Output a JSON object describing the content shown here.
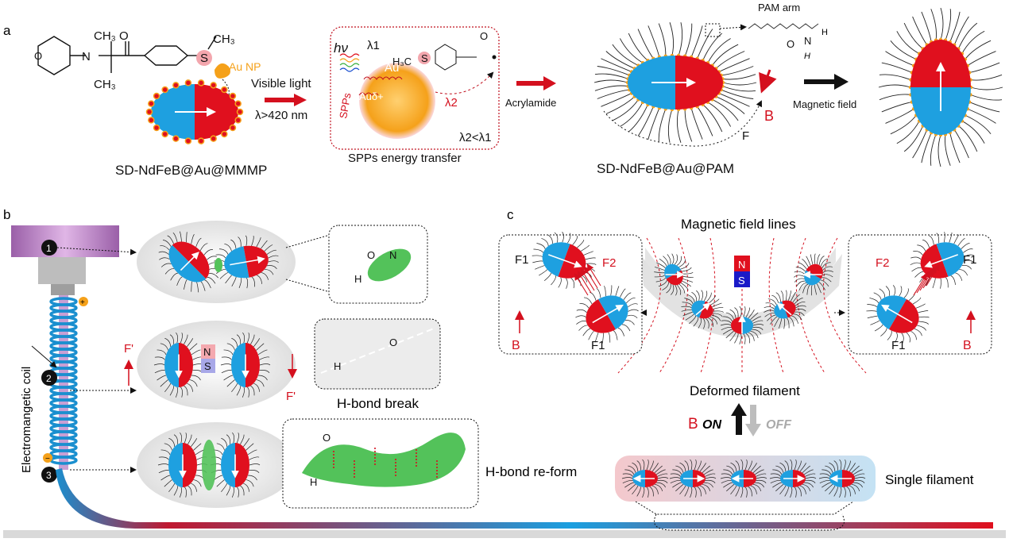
{
  "panels": {
    "a": "a",
    "b": "b",
    "c": "c"
  },
  "panel_a": {
    "ch3_top": "CH₃",
    "ch3_bottom": "CH₃",
    "ch3_s": "CH₃",
    "o_carbonyl": "O",
    "n_atom": "N",
    "s_atom": "S",
    "au_np": "Au NP",
    "visible_light": "Visible light",
    "wavelength": "λ>420 nm",
    "name1": "SD-NdFeB@Au@MMMP",
    "hv": "hν",
    "lambda1": "λ1",
    "lambda2": "λ2",
    "lambda_rel": "λ2<λ1",
    "h3c": "H₃C",
    "au": "Au",
    "au_delta": "Auδ+",
    "spps": "SPPs",
    "spps_transfer": "SPPs energy transfer",
    "acrylamide": "Acrylamide",
    "pam_arm": "PAM arm",
    "o_pam": "O",
    "n_pam": "N",
    "h_pam1": "H",
    "h_pam2": "H",
    "b_field": "B",
    "force_f": "F",
    "name2": "SD-NdFeB@Au@PAM",
    "magnetic_field": "Magnetic field"
  },
  "panel_b": {
    "step1": "1",
    "step2": "2",
    "step3": "3",
    "coil": "Electromangetic coil",
    "f_prime_left": "F'",
    "f_prime_right": "F'",
    "pole_n": "N",
    "pole_s": "S",
    "plus": "+",
    "minus": "−",
    "hbond_break": "H-bond break",
    "hbond_reform": "H-bond re-form",
    "atom_o": "O",
    "atom_n": "N",
    "atom_h": "H"
  },
  "panel_c": {
    "field_lines": "Magnetic field lines",
    "pole_n": "N",
    "pole_s": "S",
    "f1": "F1",
    "f2": "F2",
    "b": "B",
    "deformed": "Deformed filament",
    "b_on": "B",
    "on": "ON",
    "off": "OFF",
    "single": "Single filament"
  },
  "colors": {
    "red": "#e0101e",
    "blue": "#1ea0e0",
    "gold": "#f5a11a",
    "coil": "#1a8fcf",
    "purple": "#c77fd0"
  }
}
